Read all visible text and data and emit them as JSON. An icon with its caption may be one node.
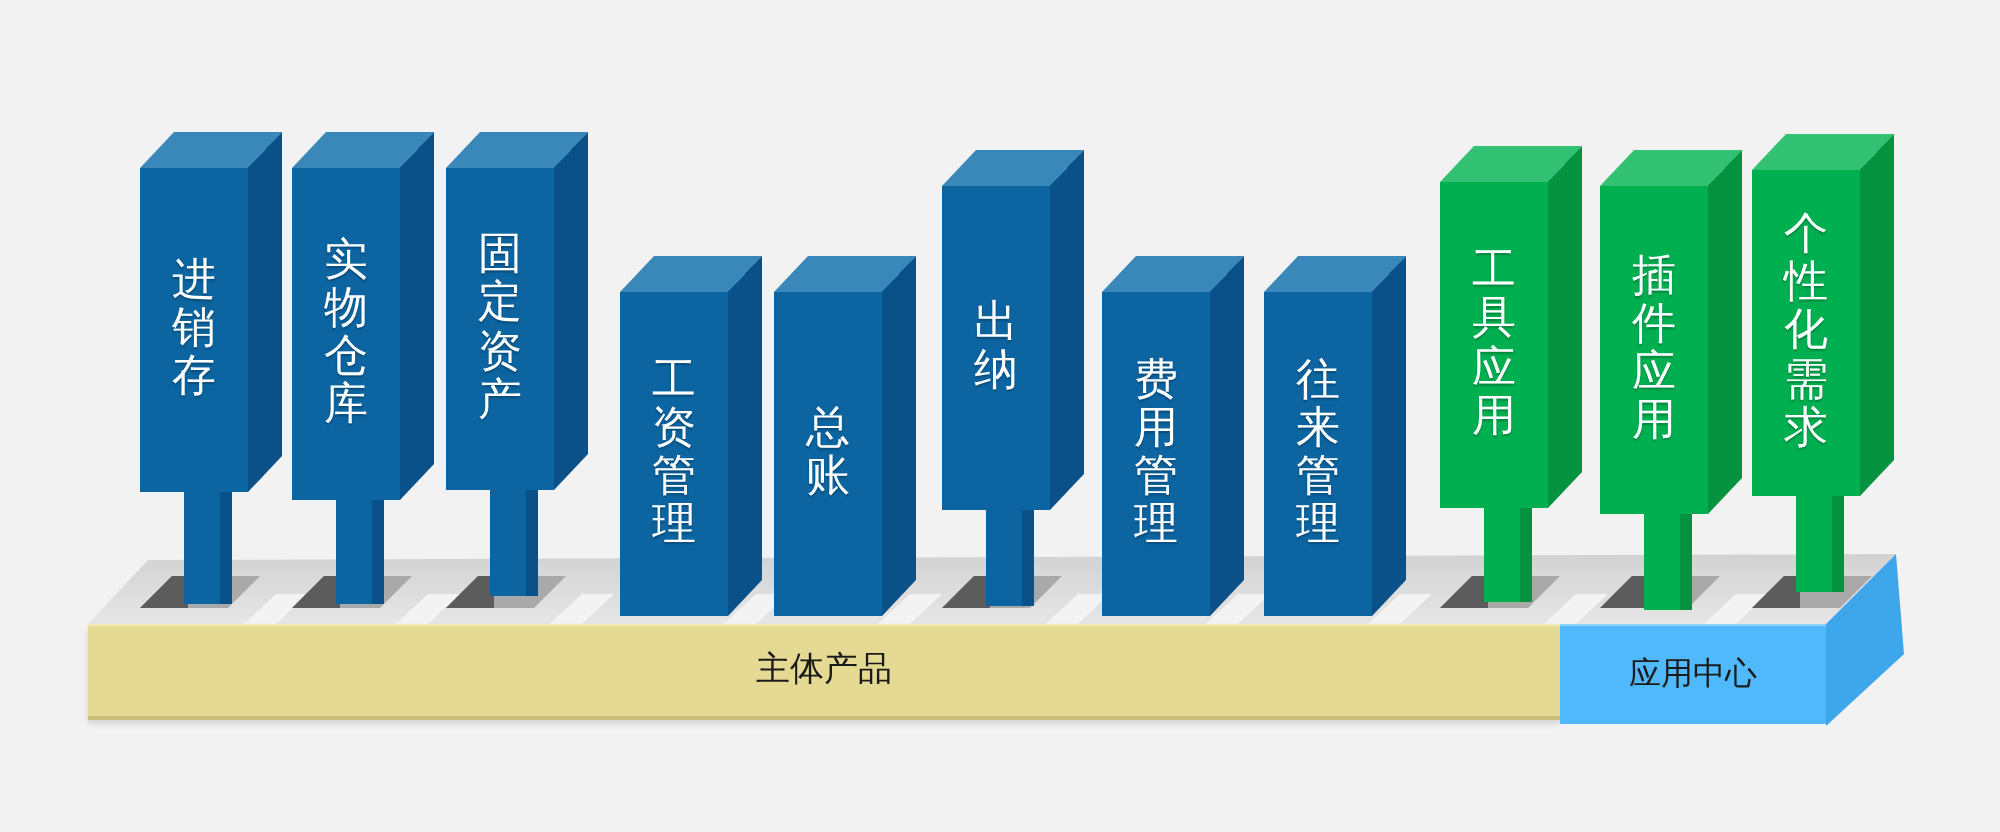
{
  "diagram": {
    "nodes": [
      {
        "text": [
          "进销存"
        ]
      },
      {
        "text": [
          "实物仓库"
        ]
      },
      {
        "text": [
          "固定资产"
        ]
      },
      {
        "text": [
          "工资管理"
        ]
      },
      {
        "text": [
          "总账"
        ]
      },
      {
        "text": [
          "出纳"
        ]
      },
      {
        "text": [
          "费用管理"
        ]
      },
      {
        "text": [
          "往来管理"
        ]
      },
      {
        "text": [
          "工具应用"
        ]
      },
      {
        "text": [
          "插件应用"
        ]
      },
      {
        "text": [
          "个性化需求"
        ]
      },
      {
        "text": [
          "主体产品"
        ]
      },
      {
        "text": [
          "应用中心"
        ]
      }
    ]
  }
}
